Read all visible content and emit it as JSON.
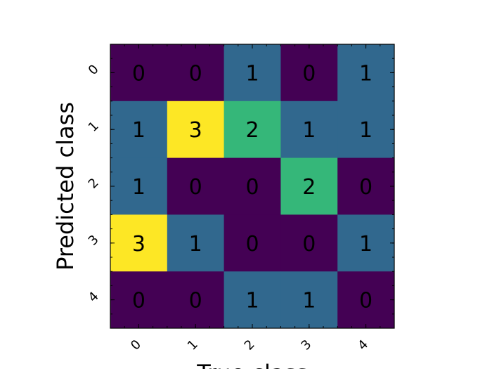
{
  "chart_data": {
    "type": "heatmap",
    "title": "",
    "xlabel": "True class",
    "ylabel": "Predicted class",
    "x_categories": [
      "0",
      "1",
      "2",
      "3",
      "4"
    ],
    "y_categories": [
      "0",
      "1",
      "2",
      "3",
      "4"
    ],
    "matrix": [
      [
        0,
        0,
        1,
        0,
        1
      ],
      [
        1,
        3,
        2,
        1,
        1
      ],
      [
        1,
        0,
        0,
        2,
        0
      ],
      [
        3,
        1,
        0,
        0,
        1
      ],
      [
        0,
        0,
        1,
        1,
        0
      ]
    ],
    "color_scale": [
      "#440154",
      "#31688e",
      "#35b779",
      "#fde725"
    ],
    "value_range": [
      0,
      3
    ],
    "grid": false
  }
}
